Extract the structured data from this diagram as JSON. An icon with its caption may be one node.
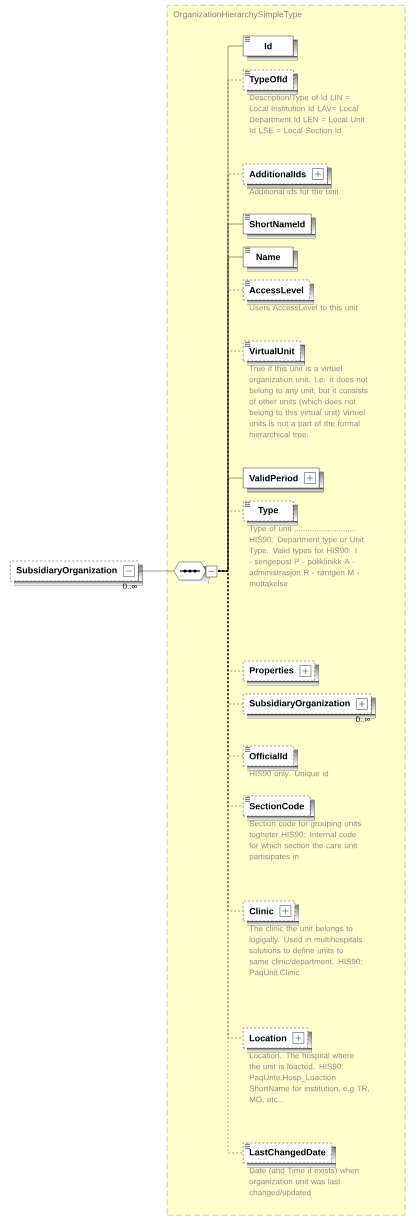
{
  "diagram": {
    "nodes": [
      {
        "text": [
          "SubsidiaryOrganization"
        ],
        "beside": [
          "0..∞"
        ]
      },
      {
        "text": [
          "OrganizationHierarchySimpleType"
        ]
      },
      {
        "text": [],
        "shape": "octagon",
        "in": 1
      },
      {
        "text": [
          "Id"
        ],
        "in": 1
      },
      {
        "text": [
          "TypeOfId"
        ],
        "in": 1,
        "beside": [
          "Description/Type of Id LIN = Local Institution Id LAV= Local Department Id LEN = Local Unit Id LSE = Local Section Id"
        ]
      },
      {
        "text": [
          "AdditionalIds"
        ],
        "in": 1,
        "beside": [
          "Additional ids for the unit."
        ]
      },
      {
        "text": [
          "ShortNameId"
        ],
        "in": 1
      },
      {
        "text": [
          "Name"
        ],
        "in": 1
      },
      {
        "text": [
          "AccessLevel"
        ],
        "in": 1,
        "beside": [
          "Users AccessLevel to this unit"
        ]
      },
      {
        "text": [
          "VirtualUnit"
        ],
        "in": 1,
        "beside": [
          "True if this unit is a virtuel organization unit. I.e. it does not belong to any unit, but it consists of other units (which does not belong to this virtual unit) Virtuel units is not a part of the formal hierarchical tree."
        ]
      },
      {
        "text": [
          "ValidPeriod"
        ],
        "in": 1
      },
      {
        "text": [
          "Type"
        ],
        "in": 1,
        "beside": [
          "Type of unit ............................ HIS90: Department type or Unit Type. Valid types for HIS90: I - sengepost P - poliklinikk A - administrasjon R - røntgen M - mottakelse"
        ]
      },
      {
        "text": [
          "Properties"
        ],
        "in": 1
      },
      {
        "text": [
          "SubsidiaryOrganization"
        ],
        "in": 1,
        "beside": [
          "0..∞"
        ]
      },
      {
        "text": [
          "OfficialId"
        ],
        "in": 1,
        "beside": [
          "HIS90 only. Unique id"
        ]
      },
      {
        "text": [
          "SectionCode"
        ],
        "in": 1,
        "beside": [
          "Section code for grouping units togheter HIS90: Internal code for which section the care unit partisipates in"
        ]
      },
      {
        "text": [
          "Clinic"
        ],
        "in": 1,
        "beside": [
          "The clinic the unit belongs to logigally. Used in multihospitals solutions to define units to same clinic/department. HIS90: PaqUnit.Clinic"
        ]
      },
      {
        "text": [
          "Location"
        ],
        "in": 1,
        "beside": [
          "Location. The hospital where the unit is loacted. HIS90: PaqUnte.Hosp_Loaction ShortName for institution, e.g TR, MO, etc..."
        ]
      },
      {
        "text": [
          "LastChangedDate"
        ],
        "in": 1,
        "beside": [
          "Date (and Time if exists) when organization unit was last changed/updated"
        ]
      }
    ],
    "edges": [
      {
        "from": 0,
        "to": 2,
        "arrow": "none"
      },
      {
        "from": 2,
        "to": 3,
        "arrow": "none"
      },
      {
        "from": 2,
        "to": 4,
        "arrow": "none",
        "style": "dashed"
      },
      {
        "from": 2,
        "to": 5,
        "arrow": "none",
        "style": "dashed"
      },
      {
        "from": 2,
        "to": 6,
        "arrow": "none"
      },
      {
        "from": 2,
        "to": 7,
        "arrow": "none"
      },
      {
        "from": 2,
        "to": 8,
        "arrow": "none",
        "style": "dashed"
      },
      {
        "from": 2,
        "to": 9,
        "arrow": "none",
        "style": "dashed"
      },
      {
        "from": 2,
        "to": 10,
        "arrow": "none"
      },
      {
        "from": 2,
        "to": 11,
        "arrow": "none",
        "style": "dashed"
      },
      {
        "from": 2,
        "to": 12,
        "arrow": "none",
        "style": "dashed"
      },
      {
        "from": 2,
        "to": 13,
        "arrow": "none",
        "style": "dashed"
      },
      {
        "from": 2,
        "to": 14,
        "arrow": "none",
        "style": "dashed"
      },
      {
        "from": 2,
        "to": 15,
        "arrow": "none",
        "style": "dashed"
      },
      {
        "from": 2,
        "to": 16,
        "arrow": "none",
        "style": "dashed"
      },
      {
        "from": 2,
        "to": 17,
        "arrow": "none",
        "style": "dashed"
      },
      {
        "from": 2,
        "to": 18,
        "arrow": "none",
        "style": "dashed"
      }
    ]
  }
}
